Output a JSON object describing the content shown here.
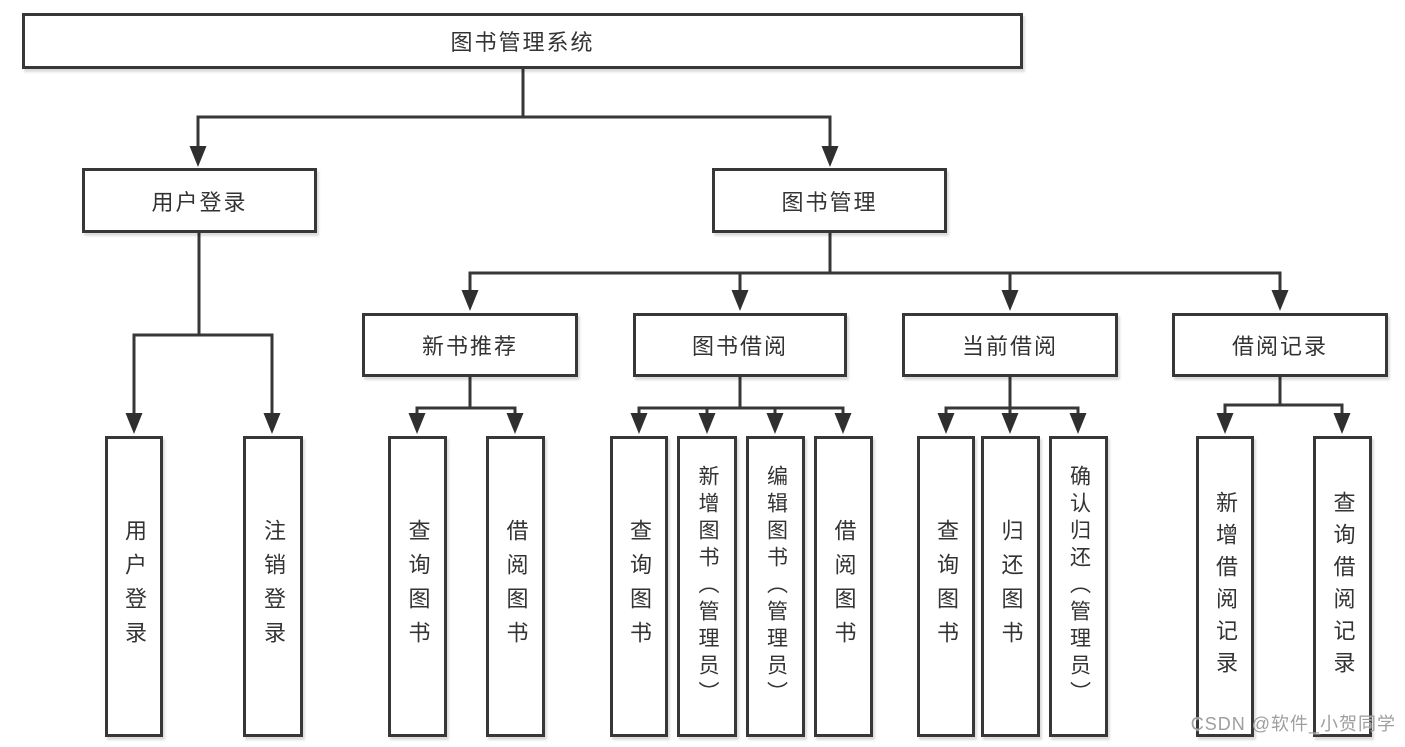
{
  "diagram": {
    "root": {
      "label": "图书管理系统"
    },
    "level2": [
      {
        "label": "用户登录"
      },
      {
        "label": "图书管理"
      }
    ],
    "level3": [
      {
        "label": "新书推荐"
      },
      {
        "label": "图书借阅"
      },
      {
        "label": "当前借阅"
      },
      {
        "label": "借阅记录"
      }
    ],
    "leaves": [
      {
        "label": "用户登录"
      },
      {
        "label": "注销登录"
      },
      {
        "label": "查询图书"
      },
      {
        "label": "借阅图书"
      },
      {
        "label": "查询图书"
      },
      {
        "label": "新增图书（管理员）"
      },
      {
        "label": "编辑图书（管理员）"
      },
      {
        "label": "借阅图书"
      },
      {
        "label": "查询图书"
      },
      {
        "label": "归还图书"
      },
      {
        "label": "确认归还（管理员）"
      },
      {
        "label": "新增借阅记录"
      },
      {
        "label": "查询借阅记录"
      }
    ],
    "watermark": "CSDN @软件_小贺同学",
    "colors": {
      "line": "#373737",
      "arrow": "#2f2f2f",
      "text": "#333333",
      "border": "#373737",
      "watermark": "#9e9e9e",
      "background": "#ffffff"
    }
  }
}
